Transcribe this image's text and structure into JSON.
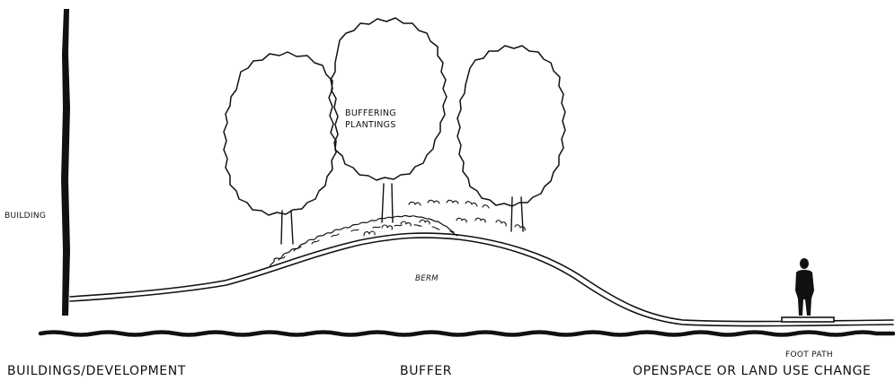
{
  "labels": {
    "building": "BUILDING",
    "buffering_plantings_line1": "BUFFERING",
    "buffering_plantings_line2": "PLANTINGS",
    "berm": "BERM",
    "foot_path": "FOOT PATH",
    "zone_development": "BUILDINGS/DEVELOPMENT",
    "zone_buffer": "BUFFER",
    "zone_openspace": "OPENSPACE OR LAND USE CHANGE"
  },
  "colors": {
    "ink": "#111111",
    "background": "#ffffff"
  }
}
